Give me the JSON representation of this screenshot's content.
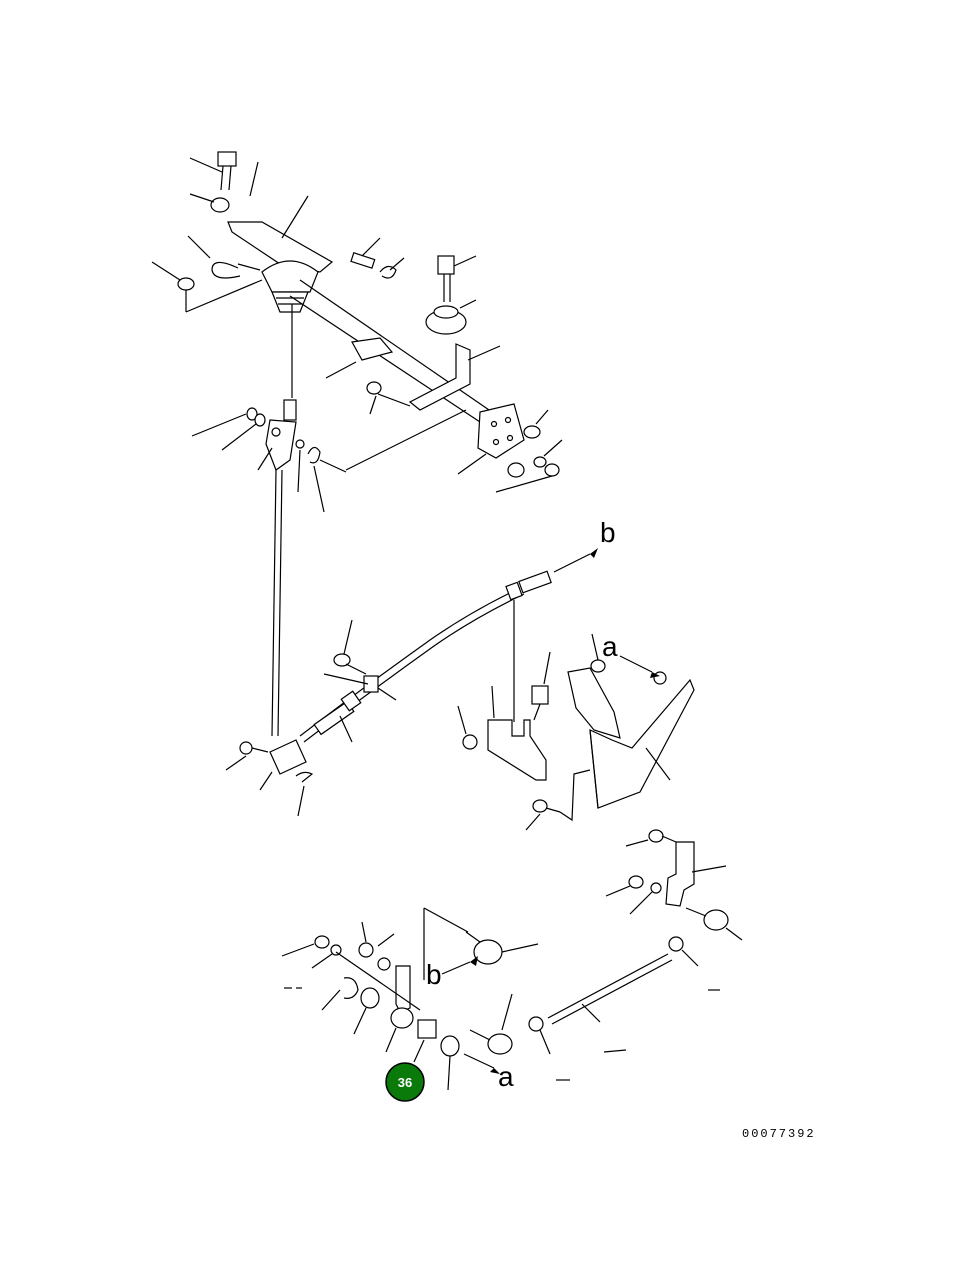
{
  "diagram": {
    "callout": {
      "label": "36",
      "color": "#0a7a0a"
    },
    "reference_labels": [
      "b",
      "a",
      "b",
      "a"
    ],
    "doc_number": "00077392"
  }
}
